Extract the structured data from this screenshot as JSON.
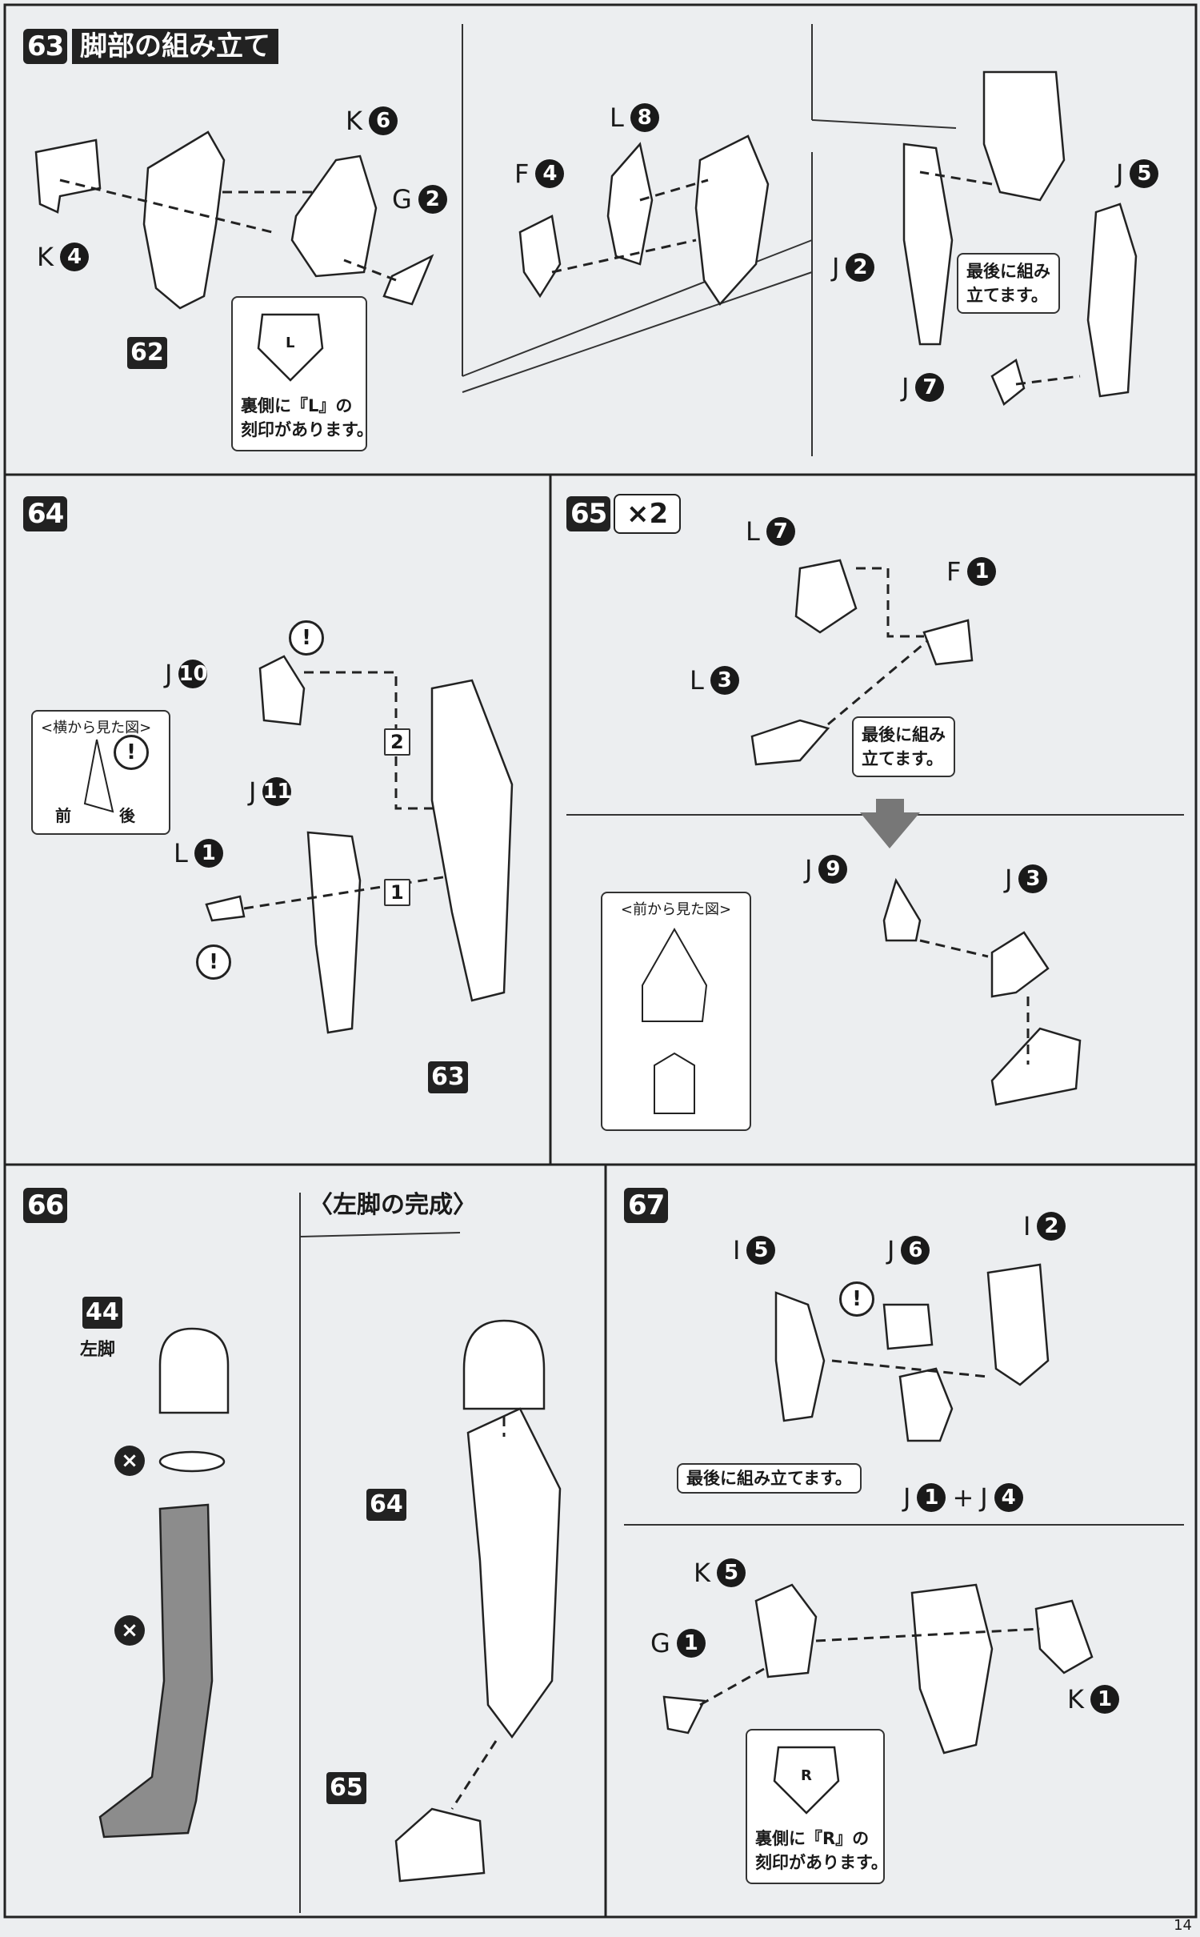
{
  "page_number": "14",
  "step63": {
    "number": "63",
    "title": "脚部の組み立て",
    "parts": [
      {
        "letter": "K",
        "num": "6"
      },
      {
        "letter": "G",
        "num": "2"
      },
      {
        "letter": "K",
        "num": "4"
      },
      {
        "letter": "F",
        "num": "4"
      },
      {
        "letter": "L",
        "num": "8"
      },
      {
        "letter": "J",
        "num": "5"
      },
      {
        "letter": "J",
        "num": "2"
      },
      {
        "letter": "J",
        "num": "7"
      }
    ],
    "ref": "62",
    "stamp_letter": "L",
    "stamp_note": [
      "裏側に『L』の",
      "刻印があります。"
    ],
    "last_note": [
      "最後に組み",
      "立てます。"
    ]
  },
  "step64": {
    "number": "64",
    "parts": [
      {
        "letter": "J",
        "num": "10"
      },
      {
        "letter": "J",
        "num": "11"
      },
      {
        "letter": "L",
        "num": "1"
      }
    ],
    "caution": "!",
    "side_view_title": "<横から見た図>",
    "front_label": "前",
    "back_label": "後",
    "order": [
      "1",
      "2"
    ],
    "ref": "63"
  },
  "step65": {
    "number": "65",
    "multiplier": "×2",
    "parts": [
      {
        "letter": "L",
        "num": "7"
      },
      {
        "letter": "F",
        "num": "1"
      },
      {
        "letter": "L",
        "num": "3"
      },
      {
        "letter": "J",
        "num": "9"
      },
      {
        "letter": "J",
        "num": "3"
      }
    ],
    "last_note": [
      "最後に組み",
      "立てます。"
    ],
    "front_view_title": "<前から見た図>"
  },
  "step66": {
    "number": "66",
    "completion_title": "〈左脚の完成〉",
    "ref_leg": "44",
    "leg_label": "左脚",
    "not_used": "×",
    "ref64": "64",
    "ref65": "65"
  },
  "step67": {
    "number": "67",
    "parts": [
      {
        "letter": "I",
        "num": "5"
      },
      {
        "letter": "J",
        "num": "6"
      },
      {
        "letter": "I",
        "num": "2"
      },
      {
        "letter": "J",
        "num": "1"
      },
      {
        "letter": "J",
        "num": "4"
      },
      {
        "letter": "K",
        "num": "5"
      },
      {
        "letter": "G",
        "num": "1"
      },
      {
        "letter": "K",
        "num": "1"
      }
    ],
    "plus": "+",
    "caution": "!",
    "last_note": "最後に組み立てます。",
    "stamp_letter": "R",
    "stamp_note": [
      "裏側に『R』の",
      "刻印があります。"
    ]
  }
}
